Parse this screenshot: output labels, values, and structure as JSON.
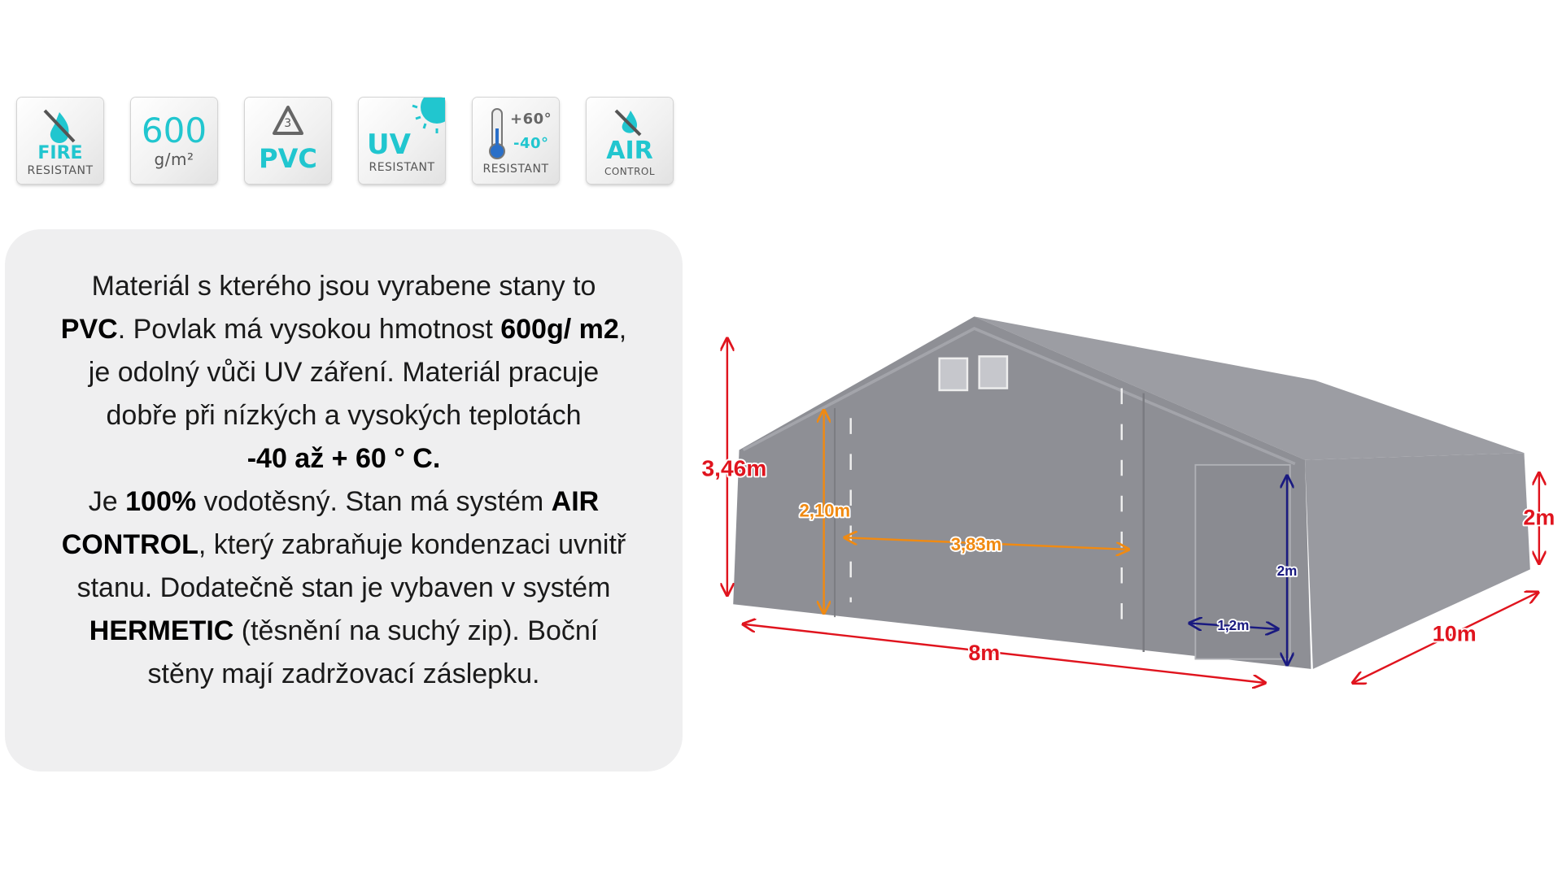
{
  "icons": [
    {
      "name": "fire-resistant",
      "main": "FIRE",
      "sub": "RESISTANT"
    },
    {
      "name": "weight",
      "main": "600",
      "sub": "g/m²"
    },
    {
      "name": "pvc",
      "digit": "3",
      "main": "PVC"
    },
    {
      "name": "uv-resistant",
      "main": "UV",
      "sub": "RESISTANT"
    },
    {
      "name": "temperature",
      "hi": "+60°",
      "lo": "-40°",
      "sub": "RESISTANT"
    },
    {
      "name": "air-control",
      "main": "AIR",
      "sub": "CONTROL"
    }
  ],
  "description": {
    "lines": [
      [
        {
          "t": "Materiál s kterého jsou vyrabene stany to"
        }
      ],
      [
        {
          "t": "PVC",
          "b": true
        },
        {
          "t": ". Povlak má vysokou hmotnost "
        },
        {
          "t": "600g/ m2",
          "b": true
        },
        {
          "t": ","
        }
      ],
      [
        {
          "t": "je odolný vůči UV záření. Materiál pracuje"
        }
      ],
      [
        {
          "t": "dobře při nízkých a vysokých teplotách"
        }
      ],
      [
        {
          "t": "-40 až + 60 ° C.",
          "b": true
        }
      ],
      [
        {
          "t": "Je "
        },
        {
          "t": "100%",
          "b": true
        },
        {
          "t": " vodotěsný. Stan má systém "
        },
        {
          "t": "AIR",
          "b": true
        }
      ],
      [
        {
          "t": "CONTROL",
          "b": true
        },
        {
          "t": ", který zabraňuje kondenzaci uvnitř"
        }
      ],
      [
        {
          "t": "stanu. Dodatečně stan je vybaven v systém"
        }
      ],
      [
        {
          "t": "HERMETIC",
          "b": true
        },
        {
          "t": " (těsnění na suchý zip). Boční"
        }
      ],
      [
        {
          "t": "stěny mají zadržovací záslepku."
        }
      ]
    ]
  },
  "dimensions": {
    "total_height": "3,46m",
    "door_height": "2,10m",
    "door_width": "3,83m",
    "length": "8m",
    "small_door_width": "1,2m",
    "small_door_height": "2m",
    "width": "10m",
    "wall_height": "2m"
  },
  "colors": {
    "teal": "#21c6cf",
    "red": "#e0141e",
    "orange": "#f08a12",
    "navy": "#1a1a80",
    "tent": "#8f9096"
  }
}
